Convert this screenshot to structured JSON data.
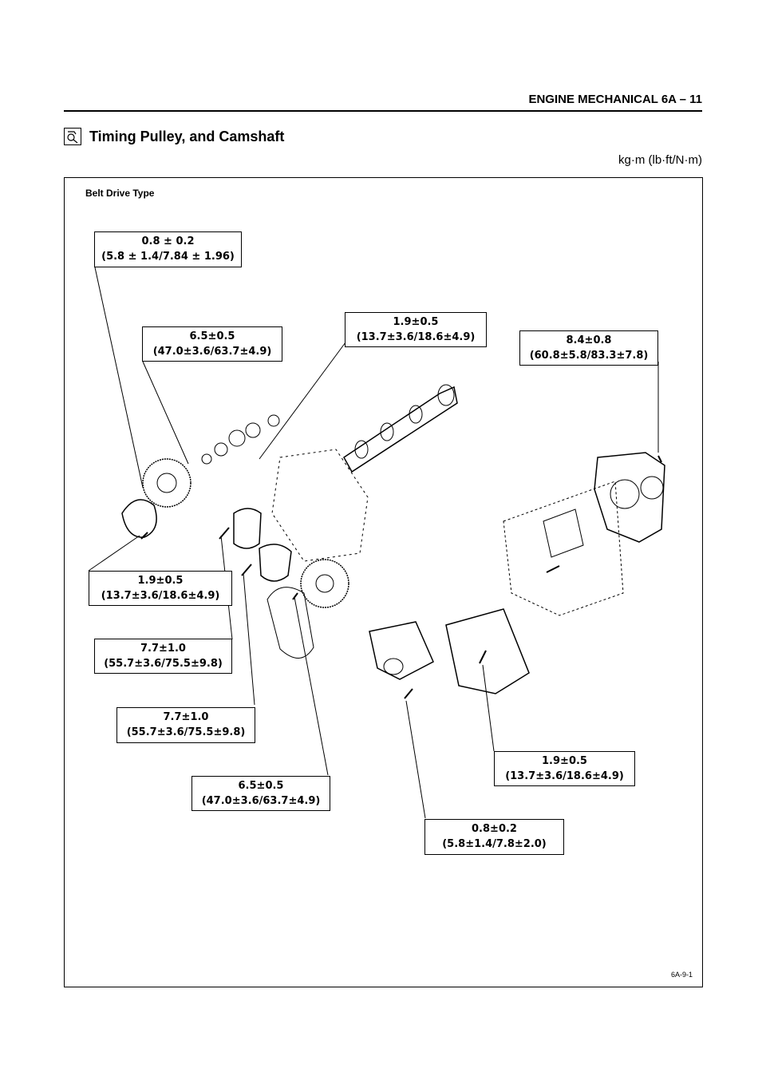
{
  "header": {
    "title": "ENGINE MECHANICAL   6A – 11"
  },
  "section": {
    "icon": "magnifier-icon",
    "title": "Timing Pulley, and Camshaft"
  },
  "units": "kg·m (lb·ft/N·m)",
  "figure": {
    "caption": "Belt Drive Type",
    "id": "6A-9-1",
    "specs": [
      {
        "torque": "0.8 ± 0.2",
        "detail": "(5.8 ± 1.4/7.84 ± 1.96)"
      },
      {
        "torque": "6.5±0.5",
        "detail": "(47.0±3.6/63.7±4.9)"
      },
      {
        "torque": "1.9±0.5",
        "detail": "(13.7±3.6/18.6±4.9)"
      },
      {
        "torque": "8.4±0.8",
        "detail": "(60.8±5.8/83.3±7.8)"
      },
      {
        "torque": "1.9±0.5",
        "detail": "(13.7±3.6/18.6±4.9)"
      },
      {
        "torque": "7.7±1.0",
        "detail": "(55.7±3.6/75.5±9.8)"
      },
      {
        "torque": "7.7±1.0",
        "detail": "(55.7±3.6/75.5±9.8)"
      },
      {
        "torque": "1.9±0.5",
        "detail": "(13.7±3.6/18.6±4.9)"
      },
      {
        "torque": "6.5±0.5",
        "detail": "(47.0±3.6/63.7±4.9)"
      },
      {
        "torque": "0.8±0.2",
        "detail": "(5.8±1.4/7.8±2.0)"
      }
    ]
  }
}
